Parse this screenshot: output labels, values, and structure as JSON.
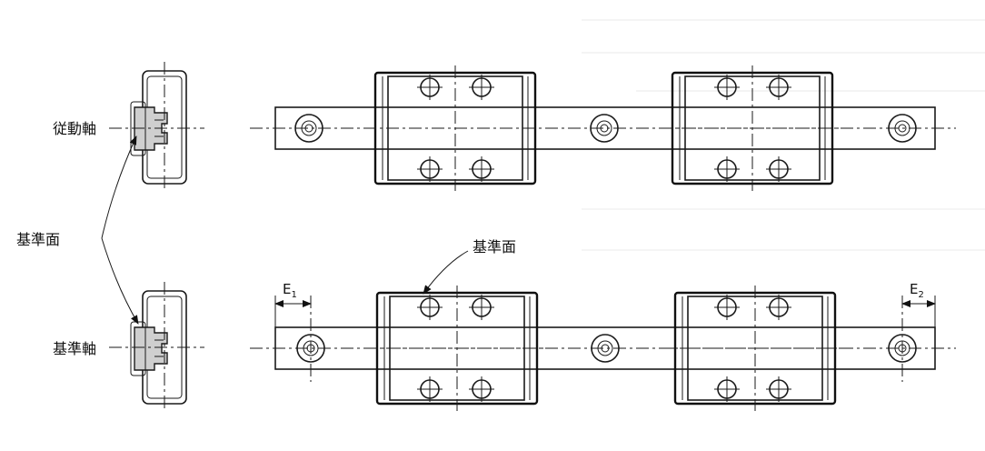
{
  "labels": {
    "driven_axis": "従動軸",
    "reference_surface": "基準面",
    "reference_axis": "基準軸",
    "reference_surface_block": "基準面",
    "e1": "E",
    "e1_sub": "1",
    "e2": "E",
    "e2_sub": "2"
  }
}
